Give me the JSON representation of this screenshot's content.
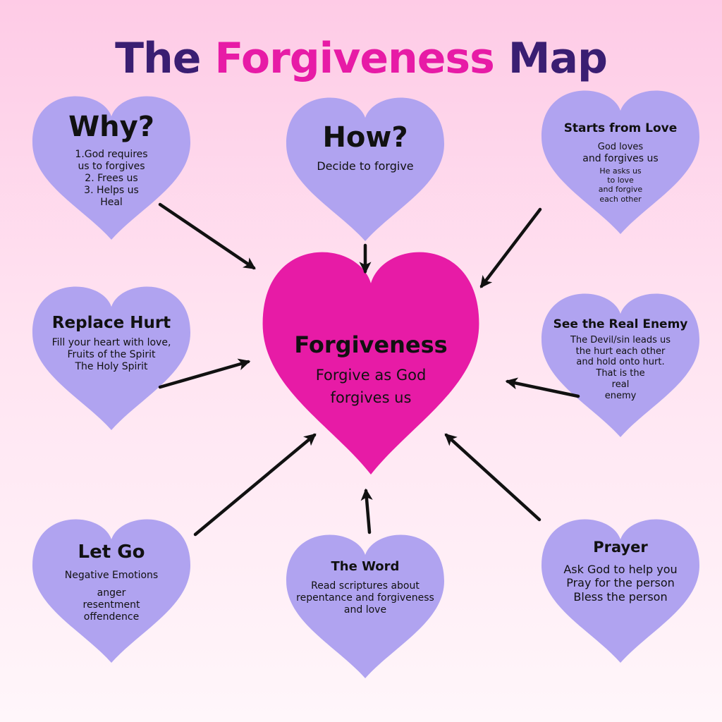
{
  "title": {
    "part1": "The ",
    "part2": "Forgiveness",
    "part3": " Map"
  },
  "colors": {
    "heart": "#b0a3f0",
    "center_heart": "#e71ba6",
    "title_dark": "#3a1e72",
    "title_pink": "#e71ba6"
  },
  "center": {
    "title": "Forgiveness",
    "line1": "Forgive as God",
    "line2": "forgives us"
  },
  "why": {
    "title": "Why?",
    "l1": "1.God requires",
    "l2": "us to forgives",
    "l3": "2. Frees us",
    "l4": "3. Helps us",
    "l5": "Heal"
  },
  "how": {
    "title": "How?",
    "l1": "Decide to forgive"
  },
  "love": {
    "title": "Starts from Love",
    "l1": "God loves",
    "l2": "and forgives us",
    "l3": "He asks us",
    "l4": "to love",
    "l5": "and forgive",
    "l6": "each other"
  },
  "replace": {
    "title": "Replace Hurt",
    "l1": "Fill your heart with love,",
    "l2": "Fruits of the Spirit",
    "l3": "The Holy Spirit"
  },
  "enemy": {
    "title": "See the Real Enemy",
    "l1": "The Devil/sin leads us",
    "l2": "the hurt each other",
    "l3": "and hold  onto hurt.",
    "l4": "That is the",
    "l5": "real",
    "l6": "enemy"
  },
  "letgo": {
    "title": "Let Go",
    "l1": "Negative Emotions",
    "l2": "anger",
    "l3": "resentment",
    "l4": "offendence"
  },
  "word": {
    "title": "The Word",
    "l1": "Read scriptures about",
    "l2": "repentance and forgiveness",
    "l3": "and love"
  },
  "prayer": {
    "title": "Prayer",
    "l1": "Ask God to help you",
    "l2": "Pray for the person",
    "l3": "Bless the person"
  }
}
